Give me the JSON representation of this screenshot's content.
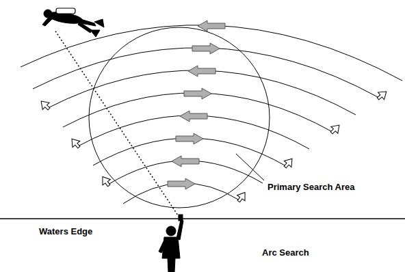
{
  "diagram": {
    "labels": [
      "Primary Search Area",
      "Waters Edge",
      "Arc Search"
    ]
  }
}
